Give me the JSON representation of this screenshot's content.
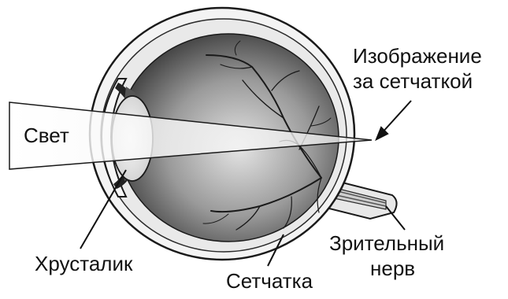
{
  "labels": {
    "light": "Свет",
    "image_line1": "Изображение",
    "image_line2": "за сетчаткой",
    "lens": "Хрусталик",
    "retina": "Сетчатка",
    "optic_nerve_line1": "Зрительный",
    "optic_nerve_line2": "нерв"
  },
  "colors": {
    "outline": "#1a1a1a",
    "sclera": "#f2f2f2",
    "eyeball_dark": "#3a3a3a",
    "eyeball_light": "#e6e6e6",
    "light_beam": "#ffffff"
  }
}
